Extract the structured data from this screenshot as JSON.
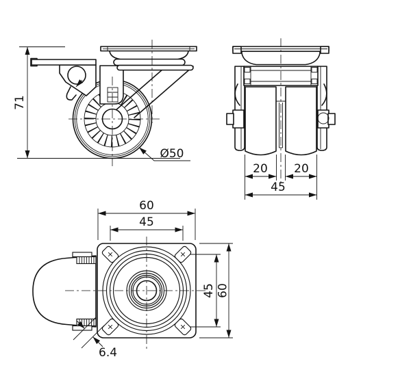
{
  "canvas": {
    "background": "#ffffff",
    "line_color": "#141414"
  },
  "views": {
    "side_view": {
      "dimensions": {
        "overall_height": "71",
        "wheel_diameter": "Ø50"
      }
    },
    "front_view": {
      "dimensions": {
        "wheel_width_left": "20",
        "wheel_width_right": "20",
        "twin_wheel_overall_width": "45"
      }
    },
    "top_view": {
      "dimensions": {
        "plate_width": "60",
        "hole_spacing_horizontal": "45",
        "hole_spacing_vertical": "45",
        "plate_depth": "60",
        "mounting_hole_size": "6.4"
      }
    }
  }
}
